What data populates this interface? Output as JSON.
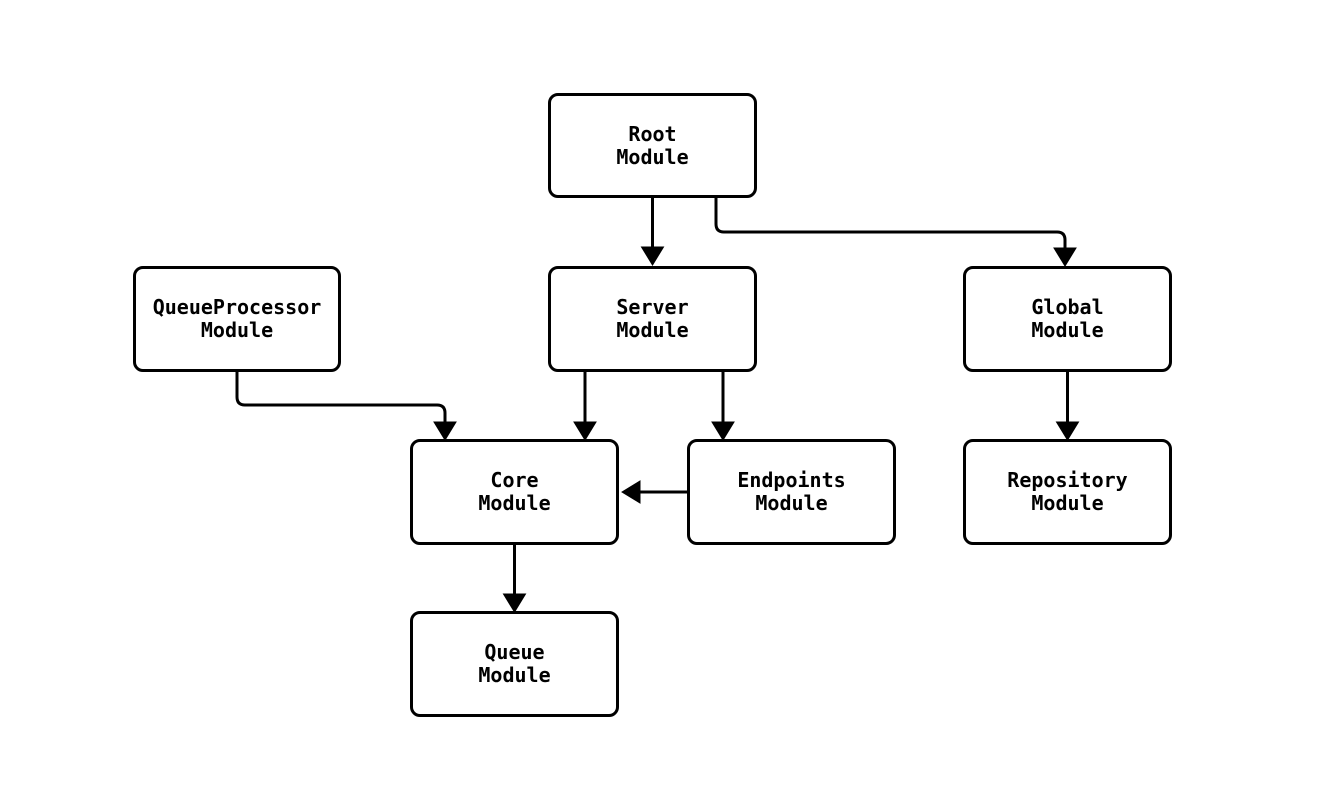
{
  "diagram": {
    "type": "flowchart",
    "direction": "top-down",
    "colors": {
      "background": "#ffffff",
      "node_fill": "#ffffff",
      "node_border": "#000000",
      "text": "#000000",
      "edge": "#000000"
    },
    "nodes": [
      {
        "id": "root",
        "label_line1": "Root",
        "label_line2": "Module"
      },
      {
        "id": "queueprocessor",
        "label_line1": "QueueProcessor",
        "label_line2": "Module"
      },
      {
        "id": "server",
        "label_line1": "Server",
        "label_line2": "Module"
      },
      {
        "id": "global",
        "label_line1": "Global",
        "label_line2": "Module"
      },
      {
        "id": "core",
        "label_line1": "Core",
        "label_line2": "Module"
      },
      {
        "id": "endpoints",
        "label_line1": "Endpoints",
        "label_line2": "Module"
      },
      {
        "id": "repository",
        "label_line1": "Repository",
        "label_line2": "Module"
      },
      {
        "id": "queue",
        "label_line1": "Queue",
        "label_line2": "Module"
      }
    ],
    "edges": [
      {
        "from": "Root Module",
        "to": "Server Module"
      },
      {
        "from": "Root Module",
        "to": "Global Module"
      },
      {
        "from": "QueueProcessor Module",
        "to": "Core Module"
      },
      {
        "from": "Server Module",
        "to": "Core Module"
      },
      {
        "from": "Server Module",
        "to": "Endpoints Module"
      },
      {
        "from": "Endpoints Module",
        "to": "Core Module"
      },
      {
        "from": "Global Module",
        "to": "Repository Module"
      },
      {
        "from": "Core Module",
        "to": "Queue Module"
      }
    ]
  }
}
